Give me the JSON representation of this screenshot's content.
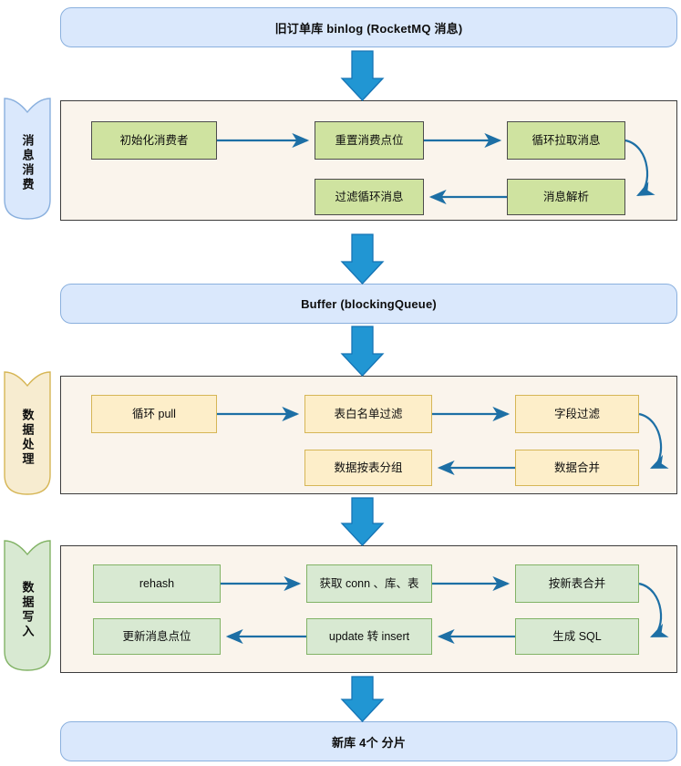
{
  "diagram": {
    "title_top": "旧订单库 binlog (RocketMQ 消息)",
    "buffer": "Buffer  (blockingQueue)",
    "title_bottom": "新库 4个 分片",
    "colors": {
      "banner_fill": "#dae8fc",
      "banner_stroke": "#8ab0de",
      "panel_fill": "#faf4ec",
      "panel_stroke": "#3c3c3c",
      "arrow_blue": "#2196d3",
      "connector_blue": "#1d6fa5",
      "stage1_node_fill": "#cfe3a0",
      "stage2_node_fill": "#fdeec9",
      "stage3_node_fill": "#d8e9d2"
    },
    "stages": [
      {
        "label": "消息消费",
        "ribbon_fill": "#dae8fc",
        "ribbon_stroke": "#8ab0de",
        "nodes": [
          {
            "id": "s1n1",
            "text": "初始化消费者"
          },
          {
            "id": "s1n2",
            "text": "重置消费点位"
          },
          {
            "id": "s1n3",
            "text": "循环拉取消息"
          },
          {
            "id": "s1n4",
            "text": "消息解析"
          },
          {
            "id": "s1n5",
            "text": "过滤循环消息"
          }
        ]
      },
      {
        "label": "数据处理",
        "ribbon_fill": "#f7ecd0",
        "ribbon_stroke": "#d6b656",
        "nodes": [
          {
            "id": "s2n1",
            "text": "循环 pull"
          },
          {
            "id": "s2n2",
            "text": "表白名单过滤"
          },
          {
            "id": "s2n3",
            "text": "字段过滤"
          },
          {
            "id": "s2n4",
            "text": "数据合并"
          },
          {
            "id": "s2n5",
            "text": "数据按表分组"
          }
        ]
      },
      {
        "label": "数据写入",
        "ribbon_fill": "#d8e9d2",
        "ribbon_stroke": "#82b366",
        "nodes": [
          {
            "id": "s3n1",
            "text": "rehash"
          },
          {
            "id": "s3n2",
            "text": "获取 conn 、库、表"
          },
          {
            "id": "s3n3",
            "text": "按新表合并"
          },
          {
            "id": "s3n4",
            "text": "生成 SQL"
          },
          {
            "id": "s3n5",
            "text": "update 转 insert"
          },
          {
            "id": "s3n6",
            "text": "更新消息点位"
          }
        ]
      }
    ]
  }
}
